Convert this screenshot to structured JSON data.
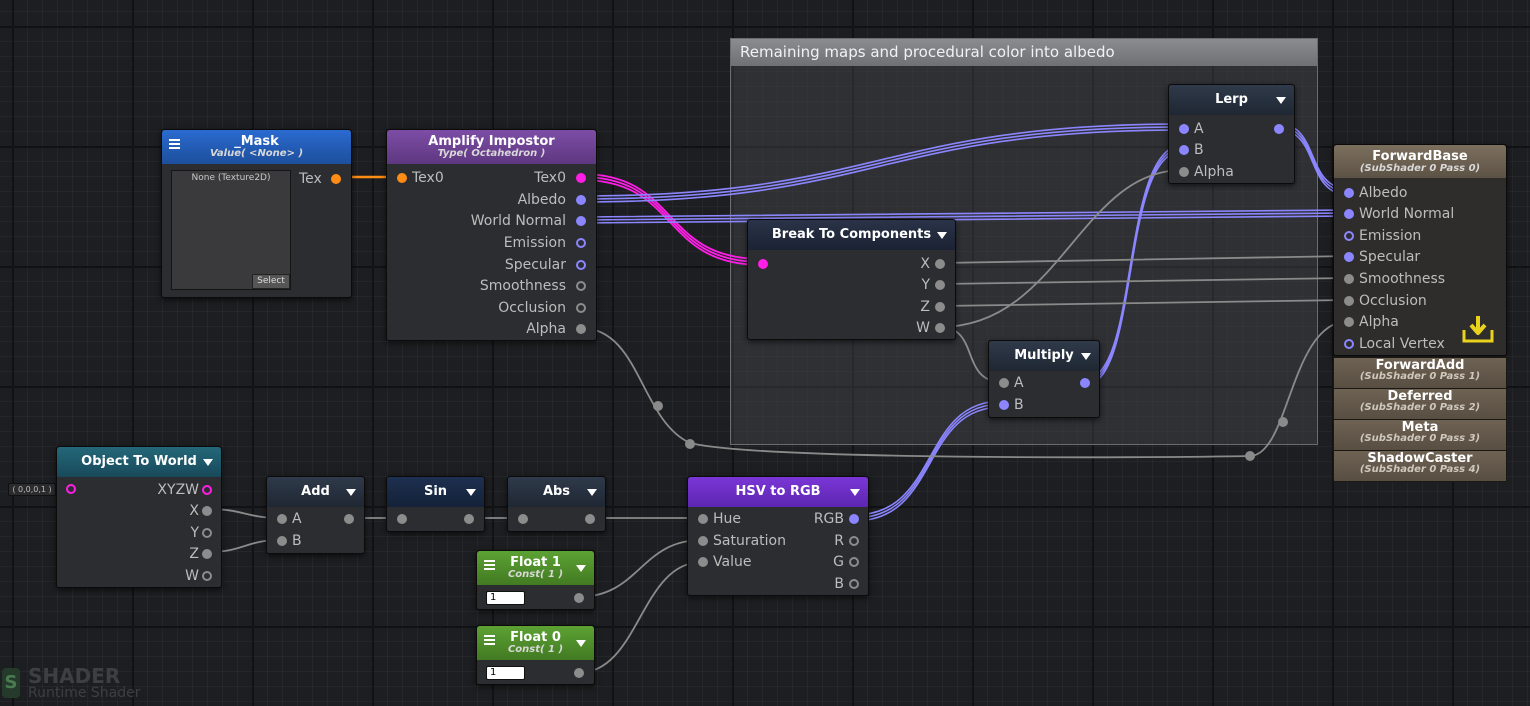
{
  "group": {
    "title": "Remaining maps and procedural color into albedo"
  },
  "colors": {
    "mask_header": "#1d4f9c",
    "impostor_header": "#6b3f8f",
    "dark_header": "#1f2733",
    "hsv_header": "#6a2fc2",
    "float_header": "#4e8a2c",
    "object_header": "#1e5765",
    "master_header": "#6f6353",
    "violet_port": "#8b86ff",
    "pink_port": "#ff1ee6",
    "orange_port": "#ff8c14"
  },
  "mask": {
    "title": "_Mask",
    "subtitle": "Value( <None> )",
    "preview_text": "None (Texture2D)",
    "select_label": "Select",
    "port": "Tex"
  },
  "impostor": {
    "title": "Amplify Impostor",
    "subtitle": "Type( Octahedron )",
    "input": "Tex0",
    "outputs": [
      "Tex0",
      "Albedo",
      "World Normal",
      "Emission",
      "Specular",
      "Smoothness",
      "Occlusion",
      "Alpha"
    ]
  },
  "break_node": {
    "title": "Break To Components",
    "outputs": [
      "X",
      "Y",
      "Z",
      "W"
    ]
  },
  "lerp": {
    "title": "Lerp",
    "inputs": [
      "A",
      "B",
      "Alpha"
    ]
  },
  "multiply": {
    "title": "Multiply",
    "inputs": [
      "A",
      "B"
    ]
  },
  "object_to_world": {
    "title": "Object To World",
    "outputs": [
      "XYZW",
      "X",
      "Y",
      "Z",
      "W"
    ],
    "input_default": "( 0,0,0,1 )"
  },
  "add": {
    "title": "Add",
    "inputs": [
      "A",
      "B"
    ]
  },
  "sin": {
    "title": "Sin"
  },
  "abs": {
    "title": "Abs"
  },
  "hsv": {
    "title": "HSV to RGB",
    "inputs": [
      "Hue",
      "Saturation",
      "Value"
    ],
    "outputs": [
      "RGB",
      "R",
      "G",
      "B"
    ]
  },
  "float1": {
    "title": "Float 1",
    "subtitle": "Const( 1 )",
    "value": "1"
  },
  "float0": {
    "title": "Float 0",
    "subtitle": "Const( 1 )",
    "value": "1"
  },
  "master": {
    "title": "ForwardBase",
    "subtitle": "(SubShader 0 Pass 0)",
    "inputs": [
      "Albedo",
      "World Normal",
      "Emission",
      "Specular",
      "Smoothness",
      "Occlusion",
      "Alpha",
      "Local Vertex"
    ]
  },
  "passes": [
    {
      "title": "ForwardAdd",
      "subtitle": "(SubShader 0 Pass 1)"
    },
    {
      "title": "Deferred",
      "subtitle": "(SubShader 0 Pass 2)"
    },
    {
      "title": "Meta",
      "subtitle": "(SubShader 0 Pass 3)"
    },
    {
      "title": "ShadowCaster",
      "subtitle": "(SubShader 0 Pass 4)"
    }
  ],
  "watermark": {
    "line1": "SHADER",
    "line2": "Runtime Shader"
  }
}
